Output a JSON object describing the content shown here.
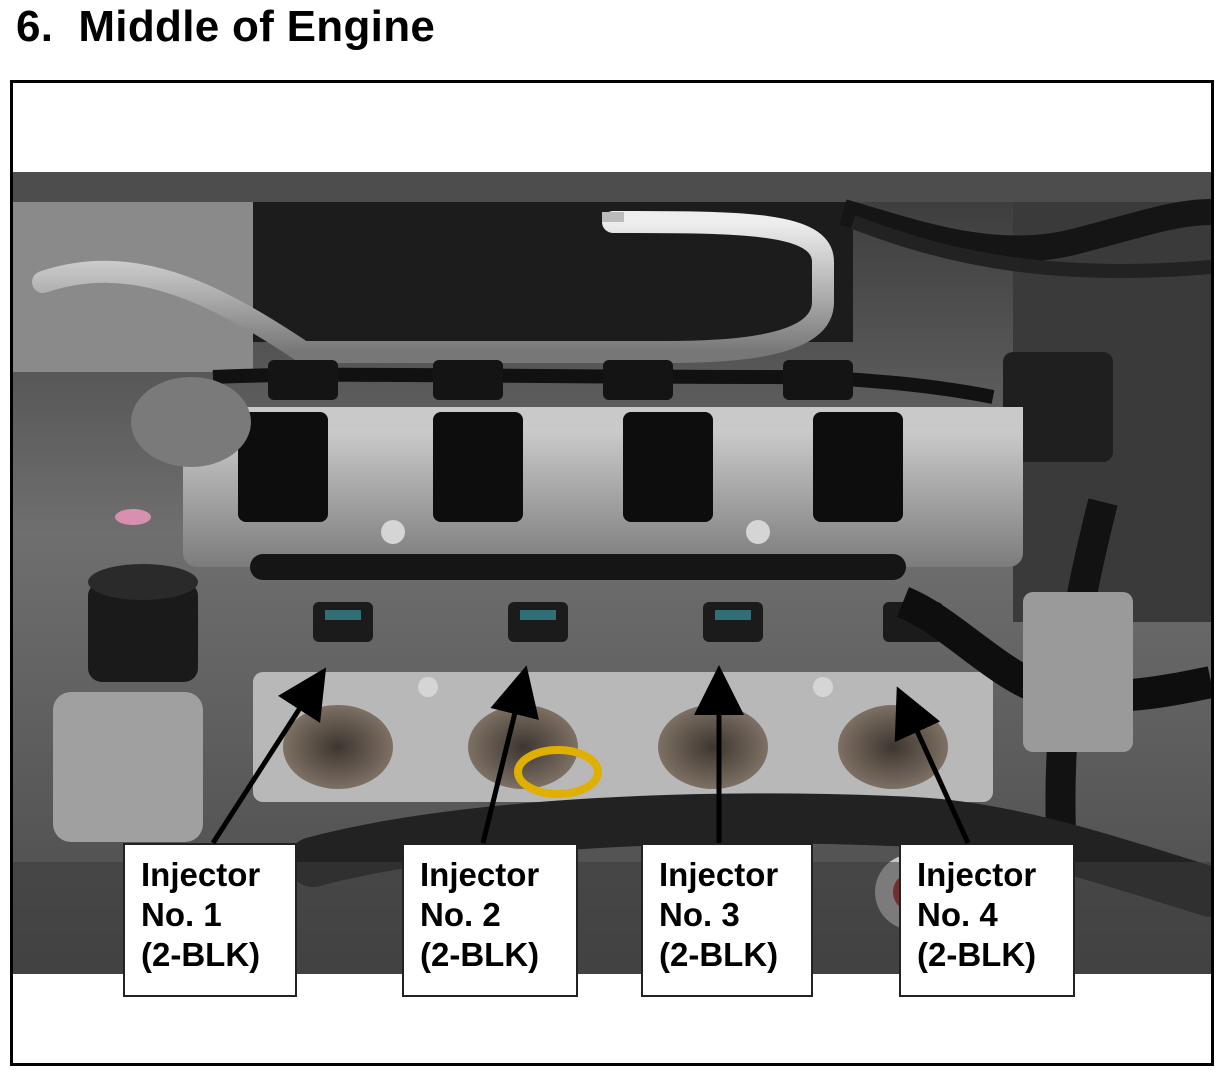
{
  "page": {
    "section_number": "6.",
    "title": "Middle of Engine"
  },
  "callouts": [
    {
      "line1": "Injector",
      "line2": "No. 1",
      "line3": "(2-BLK)"
    },
    {
      "line1": "Injector",
      "line2": "No. 2",
      "line3": "(2-BLK)"
    },
    {
      "line1": "Injector",
      "line2": "No. 3",
      "line3": "(2-BLK)"
    },
    {
      "line1": "Injector",
      "line2": "No. 4",
      "line3": "(2-BLK)"
    }
  ],
  "colors": {
    "callout_border": "#222222",
    "arrow": "#000000",
    "frame": "#000000"
  }
}
